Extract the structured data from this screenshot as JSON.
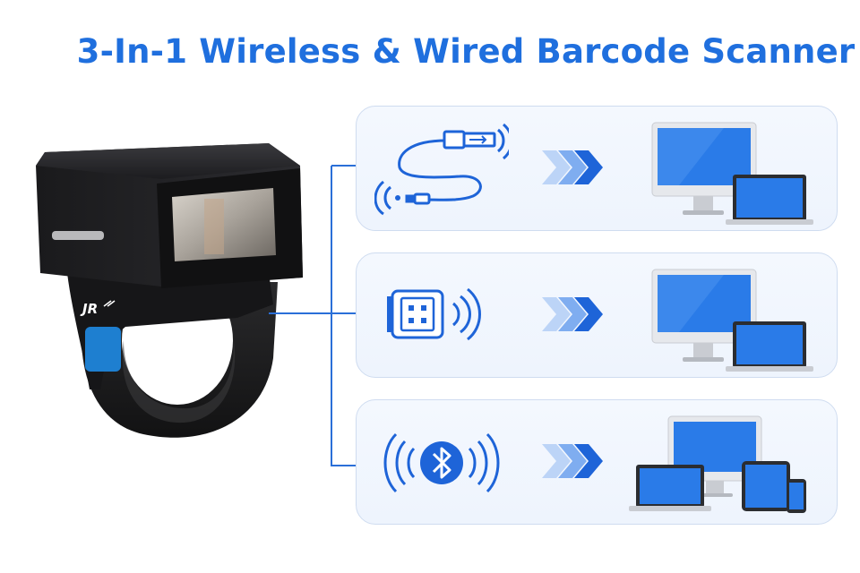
{
  "title": "3-In-1 Wireless & Wired Barcode Scanner",
  "brand_logo": "JR",
  "colors": {
    "accent": "#1f6fde",
    "icon_blue": "#1e64d8",
    "arrow_light": "#8fb8f2",
    "card_border": "#cfdcf0",
    "screen_blue": "#2a7be8",
    "scanner_body": "#1b1b1d",
    "trigger_button": "#1e7fd0"
  },
  "modes": [
    {
      "name": "usb-cable",
      "icon": "usb-cable-wireless-icon",
      "target": "desktop-and-laptop-icon"
    },
    {
      "name": "usb-dongle",
      "icon": "usb-dongle-wireless-icon",
      "target": "desktop-and-laptop-icon"
    },
    {
      "name": "bluetooth",
      "icon": "bluetooth-icon",
      "target": "multi-device-icon"
    }
  ]
}
